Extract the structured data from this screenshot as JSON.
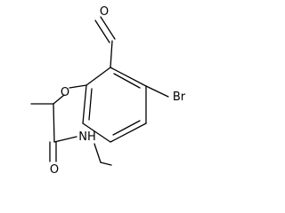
{
  "structure": {
    "atoms": {
      "formyl_oxygen": "O",
      "ether_oxygen": "O",
      "bromine": "Br",
      "amide_oxygen": "O",
      "amide_nitrogen": "NH"
    }
  }
}
